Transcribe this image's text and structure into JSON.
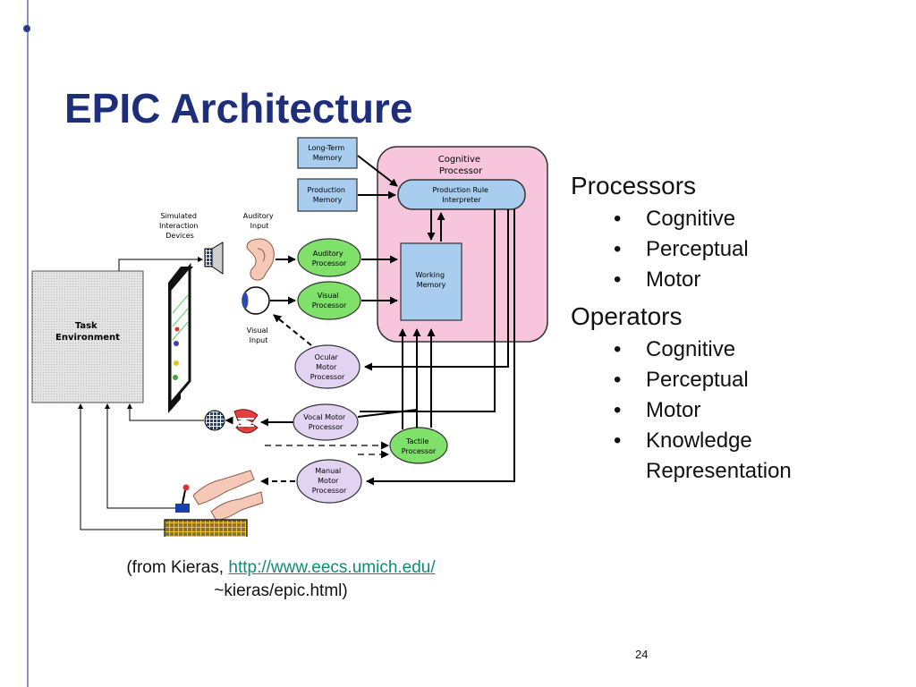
{
  "slide": {
    "title": "EPIC Architecture",
    "number": "24"
  },
  "diagram": {
    "long_term_memory": [
      "Long-Term",
      "Memory"
    ],
    "production_memory": [
      "Production",
      "Memory"
    ],
    "cognitive_processor": [
      "Cognitive",
      "Processor"
    ],
    "production_rule_interpreter": [
      "Production Rule",
      "Interpreter"
    ],
    "working_memory": [
      "Working",
      "Memory"
    ],
    "simulated_devices": [
      "Simulated",
      "Interaction",
      "Devices"
    ],
    "auditory_input": [
      "Auditory",
      "Input"
    ],
    "visual_input": [
      "Visual",
      "Input"
    ],
    "auditory_processor": [
      "Auditory",
      "Processor"
    ],
    "visual_processor": [
      "Visual",
      "Processor"
    ],
    "ocular_motor_processor": [
      "Ocular",
      "Motor",
      "Processor"
    ],
    "vocal_motor_processor": [
      "Vocal Motor",
      "Processor"
    ],
    "tactile_processor": [
      "Tactile",
      "Processor"
    ],
    "manual_motor_processor": [
      "Manual",
      "Motor",
      "Processor"
    ],
    "task_environment": [
      "Task",
      "Environment"
    ]
  },
  "sections": [
    {
      "heading": "Processors",
      "items": [
        "Cognitive",
        "Perceptual",
        "Motor"
      ]
    },
    {
      "heading": "Operators",
      "items": [
        "Cognitive",
        "Perceptual",
        "Motor"
      ],
      "last_item_lines": [
        "Knowledge",
        "Representation"
      ]
    }
  ],
  "caption": {
    "prefix": "(from Kieras, ",
    "link": "http://www.eecs.umich.edu/",
    "suffix": "~kieras/epic.html)"
  },
  "colors": {
    "title": "#1f2e7a",
    "link": "#0f8c73",
    "cognitive_bg": "#f7c6dc",
    "memory_box": "#a9cdef",
    "perceptual": "#7fe06a",
    "motor": "#e3d3f2"
  }
}
